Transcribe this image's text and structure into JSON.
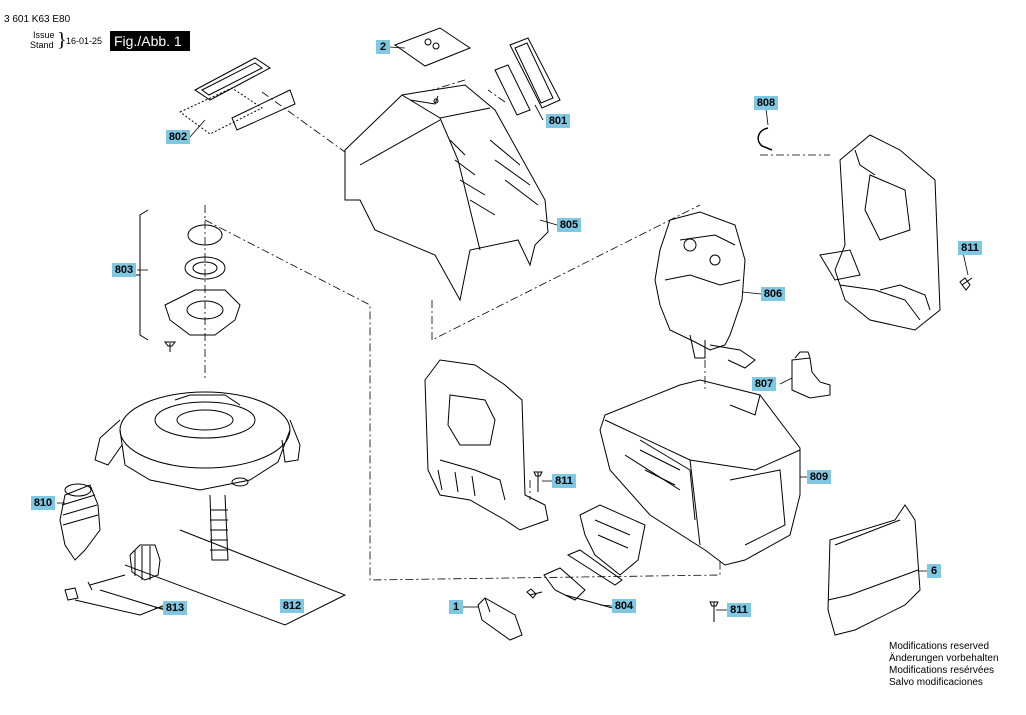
{
  "header": {
    "doc_number": "3 601 K63 E80",
    "issue_label": "Issue",
    "stand_label": "Stand",
    "date": "16-01-25",
    "figure": "Fig./Abb. 1"
  },
  "labels": {
    "p2": "2",
    "p801": "801",
    "p802": "802",
    "p805": "805",
    "p808": "808",
    "p811a": "811",
    "p803": "803",
    "p806": "806",
    "p807": "807",
    "p811b": "811",
    "p809": "809",
    "p810": "810",
    "p6": "6",
    "p804": "804",
    "p1": "1",
    "p811c": "811",
    "p813": "813",
    "p812": "812"
  },
  "notes": [
    "Modifications reserved",
    "Änderungen vorbehalten",
    "Modifications resérvées",
    "Salvo modificaciones"
  ],
  "colors": {
    "label_bg": "#7ec8e3",
    "line": "#000000"
  }
}
